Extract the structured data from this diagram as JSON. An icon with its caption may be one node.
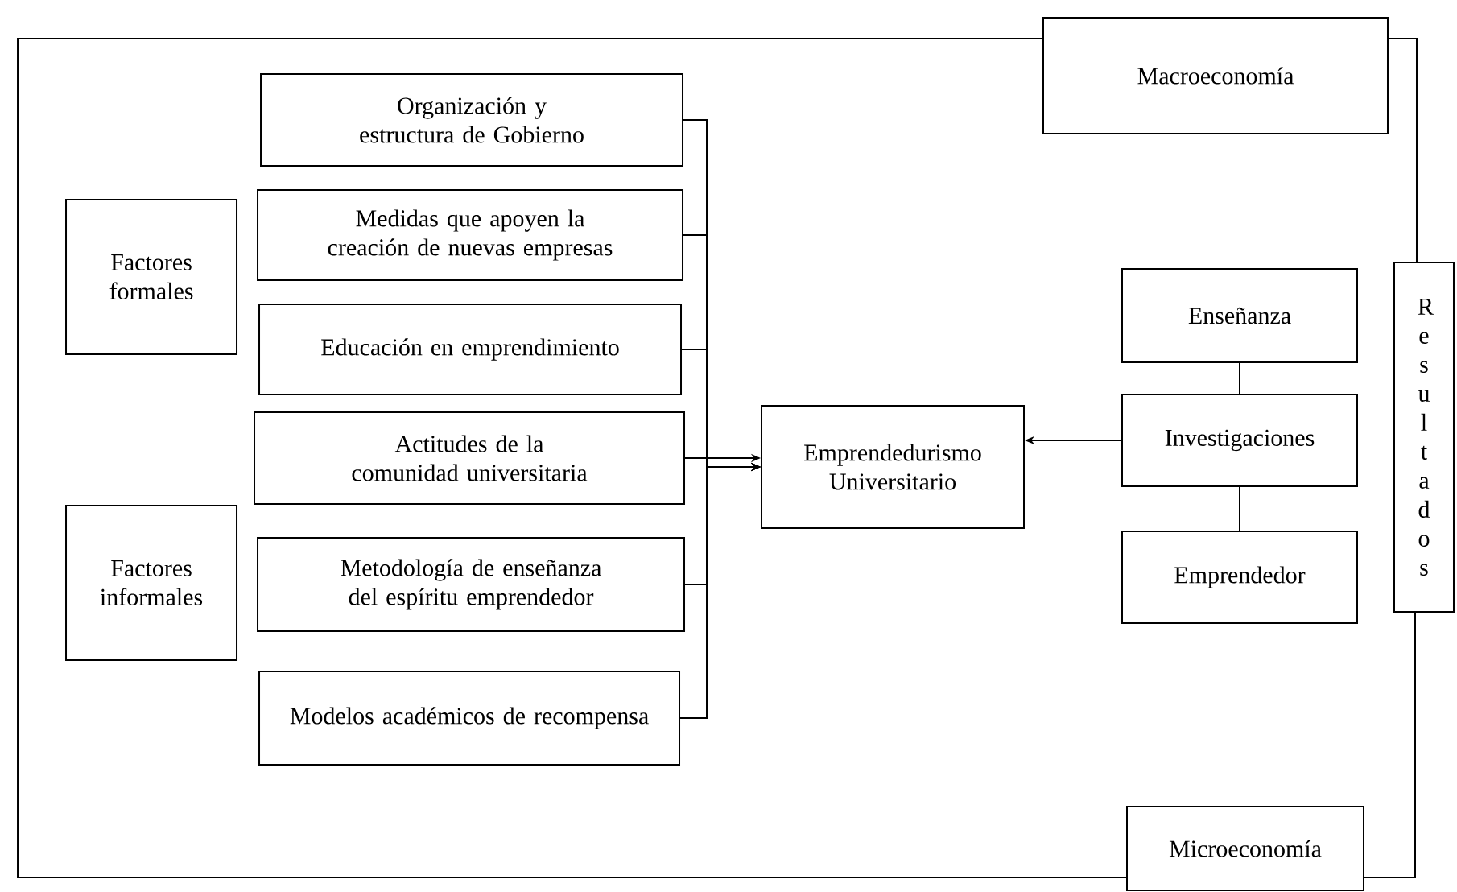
{
  "diagram": {
    "nodes": [
      {
        "text": [
          "Factores formales"
        ]
      },
      {
        "text": [
          "Organización y estructura de Gobierno"
        ]
      },
      {
        "text": [
          "Medidas que apoyen la creación de nuevas empresas"
        ]
      },
      {
        "text": [
          "Educación en emprendimiento"
        ]
      },
      {
        "text": [
          "Factores informales"
        ]
      },
      {
        "text": [
          "Actitudes de la comunidad universitaria"
        ]
      },
      {
        "text": [
          "Metodología de enseñanza del espíritu emprendedor"
        ]
      },
      {
        "text": [
          "Modelos académicos de recompensa"
        ]
      },
      {
        "text": [
          "Emprendedurismo Universitario"
        ]
      },
      {
        "text": [
          "Macroeconomía"
        ]
      },
      {
        "text": [
          "Enseñanza"
        ]
      },
      {
        "text": [
          "Investigaciones"
        ]
      },
      {
        "text": [
          "Emprendedor"
        ]
      },
      {
        "text": [
          "Resultados"
        ]
      },
      {
        "text": [
          "Microeconomía"
        ]
      }
    ],
    "edges": [
      {
        "from": 1,
        "to": 8,
        "arrow": "to"
      },
      {
        "from": 2,
        "to": 8,
        "arrow": "to"
      },
      {
        "from": 3,
        "to": 8,
        "arrow": "to"
      },
      {
        "from": 5,
        "to": 8,
        "arrow": "to"
      },
      {
        "from": 6,
        "to": 8,
        "arrow": "to"
      },
      {
        "from": 7,
        "to": 8,
        "arrow": "to"
      },
      {
        "from": 11,
        "to": 8,
        "arrow": "to"
      },
      {
        "from": 10,
        "to": 11,
        "arrow": "none"
      },
      {
        "from": 11,
        "to": 12,
        "arrow": "none"
      },
      {
        "from": 9,
        "to": 13,
        "arrow": "none"
      },
      {
        "from": 13,
        "to": 14,
        "arrow": "none"
      },
      {
        "from": 14,
        "to": 9,
        "arrow": "none"
      }
    ]
  }
}
